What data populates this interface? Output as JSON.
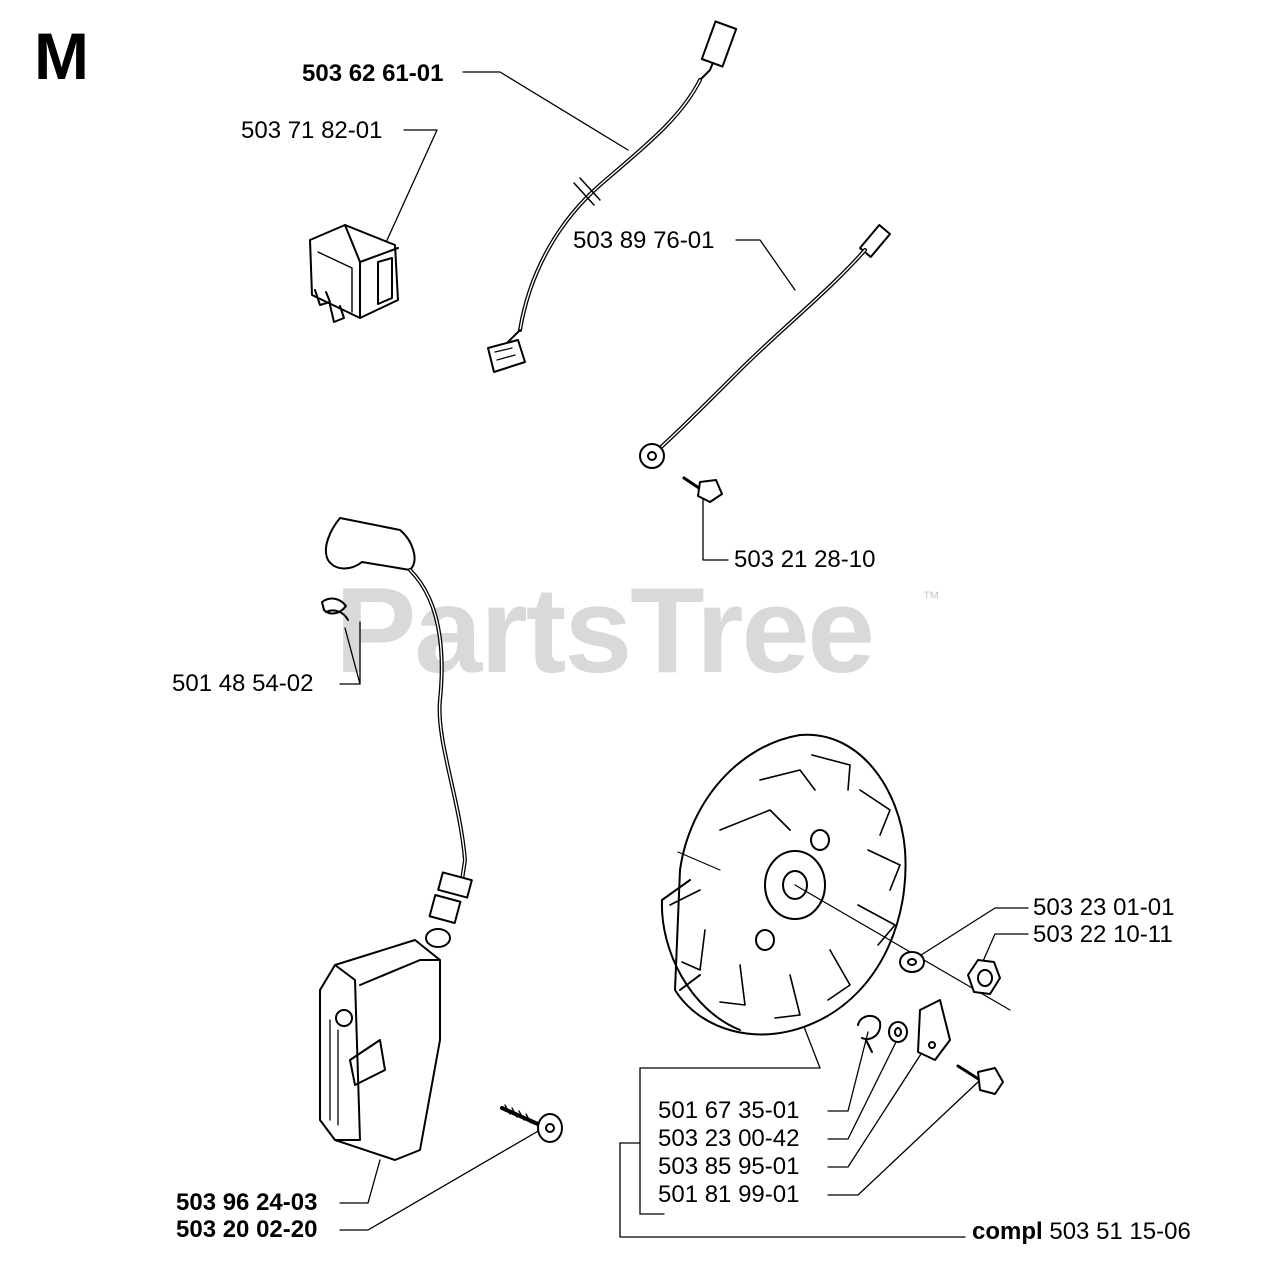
{
  "section_letter": "M",
  "watermark": {
    "text": "PartsTree",
    "mark": "™"
  },
  "parts": {
    "wire_ignition": "503 62 61-01",
    "switch": "503 71 82-01",
    "wire_ground": "503 89 76-01",
    "screw_ground": "503 21 28-10",
    "spring_ignition_cap": "501 48 54-02",
    "ignition_module": "503 96 24-03",
    "screw_module": "503 20 02-20",
    "washer_flywheel": "503 23 01-01",
    "nut_flywheel": "503 22 10-11",
    "spring_pawl": "501 67 35-01",
    "washer_pawl": "503 23 00-42",
    "pawl": "503 85 95-01",
    "screw_pawl": "501 81 99-01",
    "flywheel_compl_prefix": "compl",
    "flywheel_compl": "503 51 15-06"
  },
  "colors": {
    "line": "#000000",
    "watermark": "#d9d9d9"
  }
}
